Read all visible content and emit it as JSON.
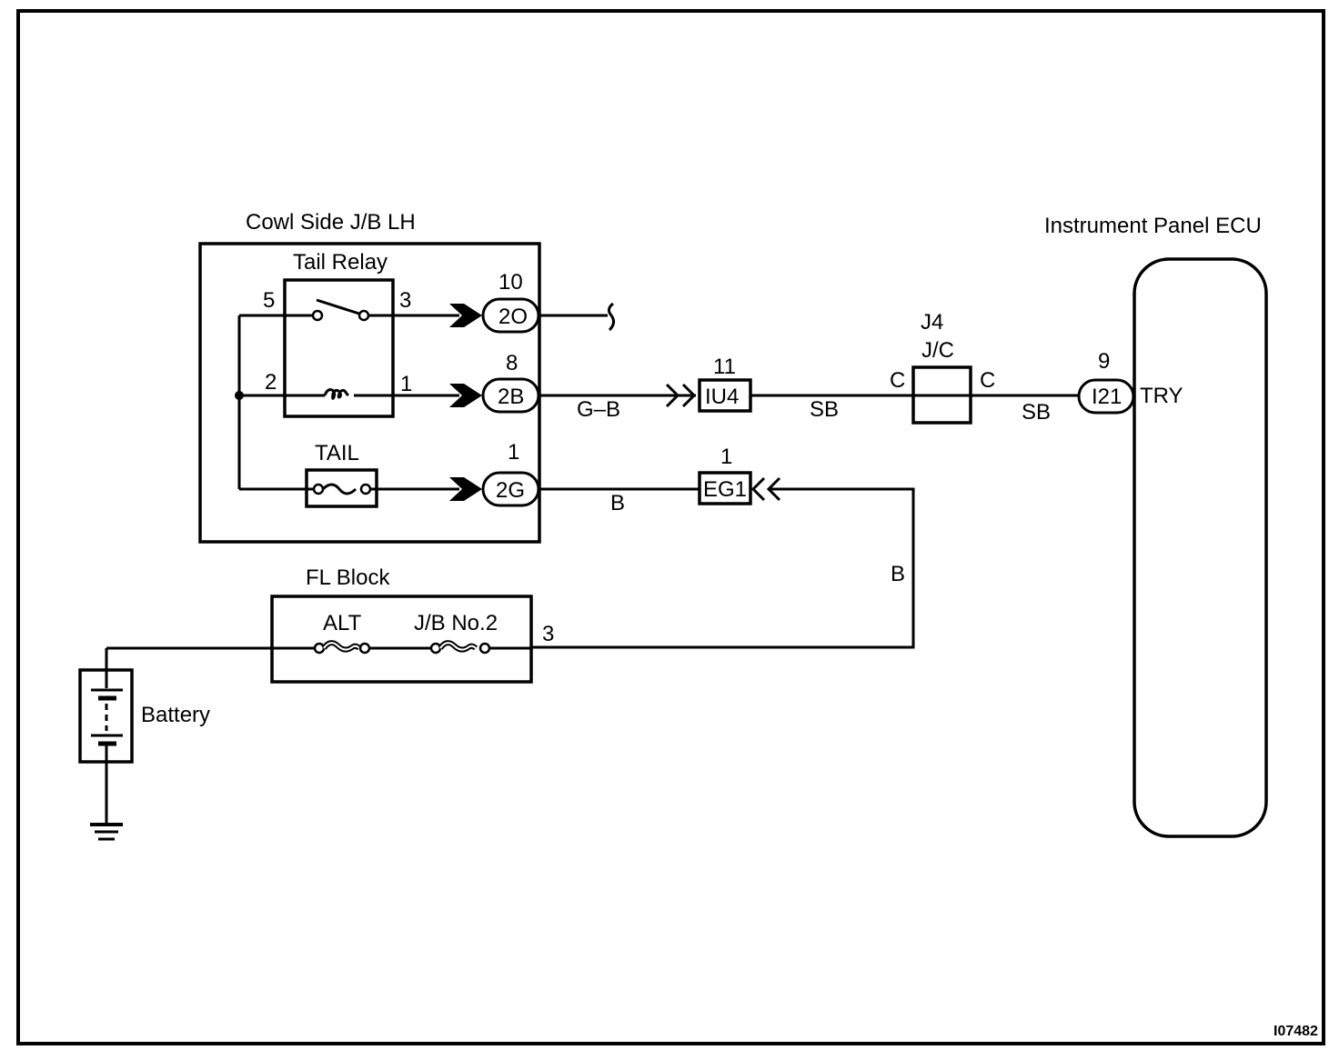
{
  "figure_id": "I07482",
  "components": {
    "cowl_jb": {
      "title": "Cowl  Side J/B LH",
      "relay": {
        "title": "Tail Relay",
        "pins": {
          "p5": "5",
          "p3": "3",
          "p2": "2",
          "p1": "1"
        }
      },
      "fuse_tail": "TAIL",
      "connectors": [
        {
          "code": "2O",
          "pin": "10"
        },
        {
          "code": "2B",
          "pin": "8"
        },
        {
          "code": "2G",
          "pin": "1"
        }
      ]
    },
    "iu4": {
      "code": "IU4",
      "pin": "11"
    },
    "eg1": {
      "code": "EG1",
      "pin": "1"
    },
    "jc": {
      "title": "J4",
      "subtitle": "J/C",
      "left_pin": "C",
      "right_pin": "C"
    },
    "ecu": {
      "title": "Instrument Panel ECU",
      "connector_code": "I21",
      "pin": "9",
      "terminal": "TRY"
    },
    "fl_block": {
      "title": "FL Block",
      "fuse1": "ALT",
      "fuse2": "J/B No.2",
      "out_pin": "3"
    },
    "battery": {
      "label": "Battery"
    }
  },
  "wires": {
    "gb": "G–B",
    "sb1": "SB",
    "sb2": "SB",
    "b1": "B",
    "b2": "B"
  }
}
